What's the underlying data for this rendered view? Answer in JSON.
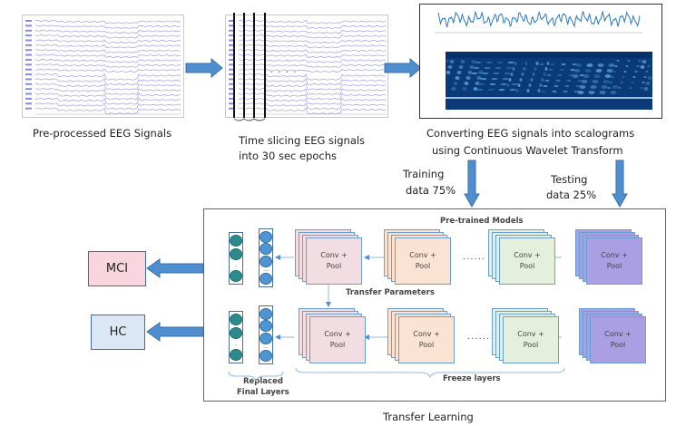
{
  "steps": {
    "preprocessed": {
      "caption": "Pre-processed EEG Signals"
    },
    "time_slicing": {
      "caption_line1": "Time slicing EEG signals",
      "caption_line2": "into 30 sec epochs",
      "ellipsis": ". . . ."
    },
    "cwt": {
      "caption_line1": "Converting EEG signals into scalograms",
      "caption_line2": "using Continuous Wavelet Transform"
    }
  },
  "split": {
    "training_line1": "Training",
    "training_line2": "data 75%",
    "testing_line1": "Testing",
    "testing_line2": "data 25%"
  },
  "transfer_learning": {
    "title": "Transfer Learning",
    "pretrained_label": "Pre-trained Models",
    "transfer_params_label": "Transfer Parameters",
    "freeze_label": "Freeze layers",
    "replaced_line1": "Replaced",
    "replaced_line2": "Final Layers",
    "conv_line1": "Conv +",
    "conv_line2": "Pool",
    "ellipsis": "......",
    "fc_ellipsis": "...",
    "fc_dot": "."
  },
  "outputs": {
    "mci": {
      "label": "MCI",
      "color": "#f9d5df"
    },
    "hc": {
      "label": "HC",
      "color": "#dbe7f4"
    }
  },
  "colors": {
    "arrow": "#4f8fcf",
    "conv_pink": "#f2dde3",
    "conv_peach": "#fbe3d3",
    "conv_green": "#e4efdc",
    "conv_purple": "#ab9fe3"
  }
}
